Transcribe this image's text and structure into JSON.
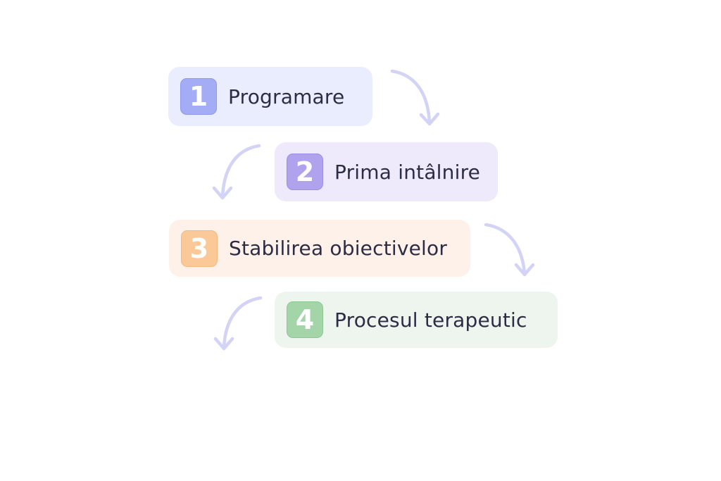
{
  "steps": [
    {
      "number": "1",
      "label": "Programare",
      "tile_color": "#eaedfd",
      "badge_color": "#a3acf5",
      "badge_border": "#8f99ee"
    },
    {
      "number": "2",
      "label": "Prima intâlnire",
      "tile_color": "#eeeafb",
      "badge_color": "#b1a2ee",
      "badge_border": "#9d8ce6"
    },
    {
      "number": "3",
      "label": "Stabilirea obiectivelor",
      "tile_color": "#fdf1e9",
      "badge_color": "#fbc898",
      "badge_border": "#f4b880"
    },
    {
      "number": "4",
      "label": "Procesul terapeutic",
      "tile_color": "#eef5ee",
      "badge_color": "#a4d5a8",
      "badge_border": "#8dc893"
    }
  ],
  "connectors": {
    "color": "#d3d2f7",
    "count": 4
  }
}
